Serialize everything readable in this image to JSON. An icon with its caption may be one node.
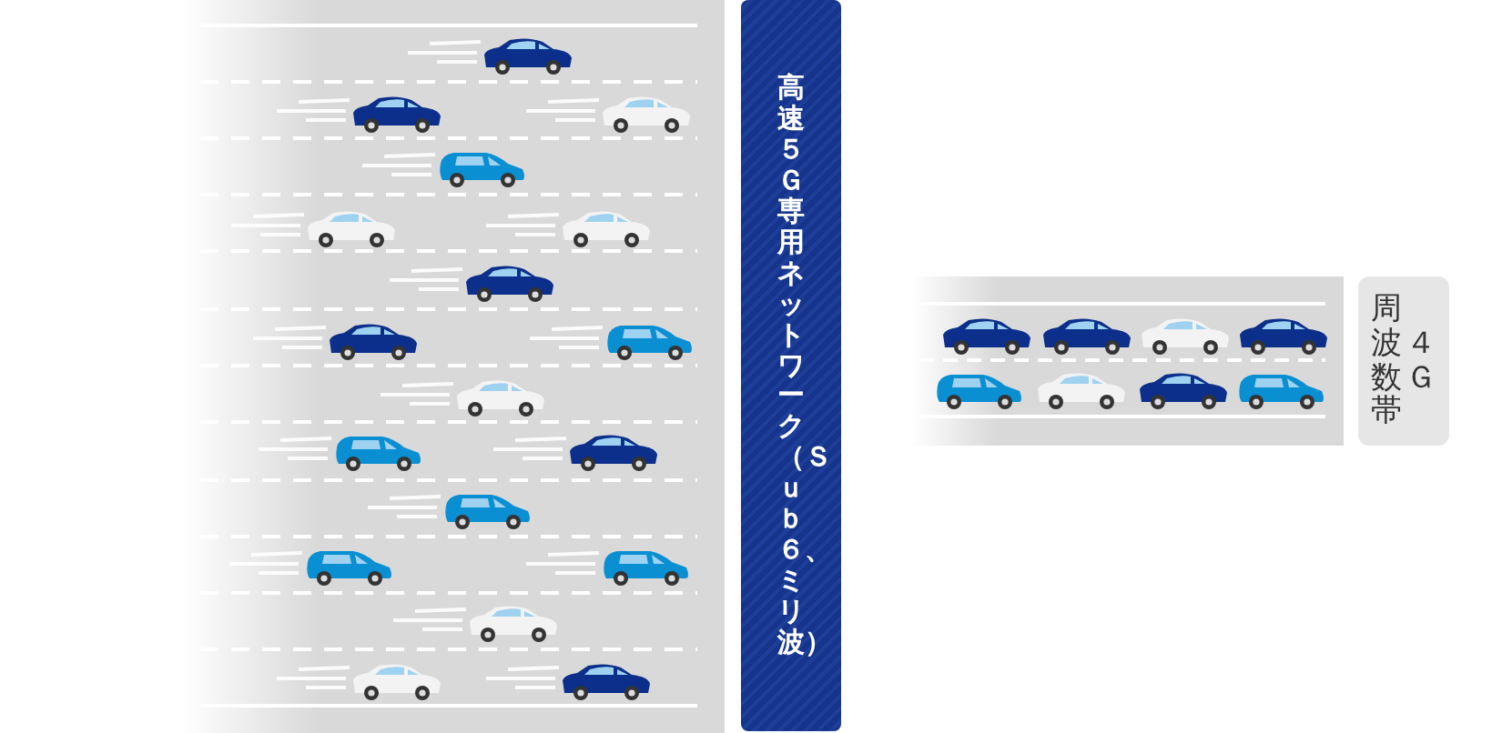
{
  "diagram": {
    "nodes": [
      {
        "text": [
          "高速５Ｇ専用ネットワーク（Ｓｕｂ６、ミリ波）"
        ]
      },
      {
        "text": [
          "周波数帯",
          "４Ｇ"
        ]
      }
    ]
  }
}
